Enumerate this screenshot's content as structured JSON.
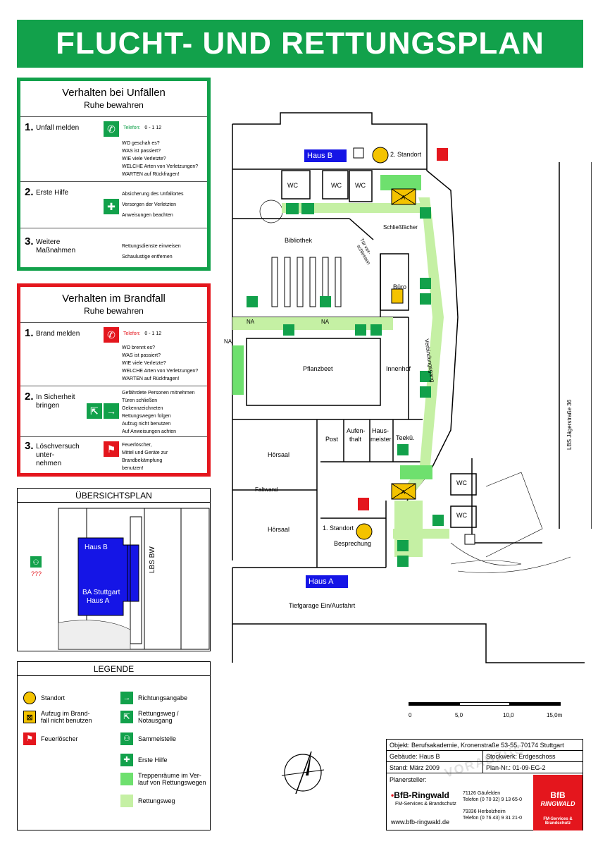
{
  "header": {
    "title": "FLUCHT- UND RETTUNGSPLAN"
  },
  "accident": {
    "title": "Verhalten bei Unfällen",
    "subtitle": "Ruhe bewahren",
    "steps": [
      {
        "num": "1.",
        "label": "Unfall melden",
        "phone_label": "Telefon:",
        "phone": "0 - 1 12",
        "lines": [
          "WO  geschah es?",
          "WAS  ist passiert?",
          "WIE  viele Verletzte?",
          "WELCHE  Arten von Verletzungen?",
          "WARTEN  auf Rückfragen!"
        ]
      },
      {
        "num": "2.",
        "label": "Erste Hilfe",
        "lines": [
          "Absicherung des Unfallortes",
          "Versorgen der Verletzten",
          "Anweisungen beachten"
        ]
      },
      {
        "num": "3.",
        "label": "Weitere\nMaßnahmen",
        "lines": [
          "Rettungsdienste einweisen",
          "Schaulustige entfernen"
        ]
      }
    ]
  },
  "fire": {
    "title": "Verhalten im Brandfall",
    "subtitle": "Ruhe bewahren",
    "steps": [
      {
        "num": "1.",
        "label": "Brand melden",
        "phone_label": "Telefon:",
        "phone": "0 - 1 12",
        "lines": [
          "WO  brennt es?",
          "WAS  ist passiert?",
          "WIE  viele Verletzte?",
          "WELCHE  Arten von Verletzungen?",
          "WARTEN  auf Rückfragen!"
        ]
      },
      {
        "num": "2.",
        "label": "In Sicherheit\nbringen",
        "lines": [
          "Gefährdete Personen mitnehmen",
          "Türen schließen",
          "Gekennzeichneten",
          "Rettungswegen folgen",
          "Aufzug nicht benutzen",
          "Auf Anweisungen achten"
        ]
      },
      {
        "num": "3.",
        "label": "Löschversuch\nunter-\nnehmen",
        "lines": [
          "Feuerlöscher,",
          "Mittel und Geräte zur",
          "Brandbekämpfung",
          "benutzen!"
        ]
      }
    ]
  },
  "overview": {
    "title": "ÜBERSICHTSPLAN",
    "haus_b": "Haus B",
    "ba": "BA Stuttgart",
    "haus_a": "Haus A",
    "street": "LBS BW",
    "assembly": "???"
  },
  "legend": {
    "title": "LEGENDE",
    "items": [
      {
        "label": "Standort"
      },
      {
        "label": "Aufzug im Brand-\nfall nicht benutzen"
      },
      {
        "label": "Feuerlöscher"
      },
      {
        "label": "Richtungsangabe"
      },
      {
        "label": "Rettungsweg /\nNotausgang"
      },
      {
        "label": "Sammelstelle"
      },
      {
        "label": "Erste Hilfe"
      },
      {
        "label": "Treppenräume im Ver-\nlauf von Rettungswegen"
      },
      {
        "label": "Rettungsweg"
      }
    ]
  },
  "plan": {
    "haus_b": "Haus B",
    "haus_a": "Haus A",
    "standort_2": "2. Standort",
    "standort_1": "1. Standort",
    "wc": "WC",
    "a": "A",
    "na": "NA",
    "bibliothek": "Bibliothek",
    "schliess": "Schließfächer",
    "tuer1": "Tür ver-",
    "tuer2": "schlossen",
    "buero": "Büro",
    "verbindungsgang": "Verbindungsgang",
    "pflanzbeet": "Pflanzbeet",
    "innenhof": "Innenhof",
    "hoersaal": "Hörsaal",
    "faltwand": "Faltwand",
    "post": "Post",
    "aufenthalt1": "Aufen-",
    "aufenthalt2": "thalt",
    "hausmeister1": "Haus-",
    "hausmeister2": "meister",
    "teeku": "Teekü.",
    "besprechung": "Besprechung",
    "tiefgarage": "Tiefgarage Ein/Ausfahrt",
    "street": "LBS Jägerstraße 36"
  },
  "scale": {
    "labels": [
      "0",
      "5,0",
      "10,0",
      "15,0m"
    ]
  },
  "info": {
    "objekt": "Objekt:  Berufsakademie, Kronenstraße 53-55, 70174 Stuttgart",
    "gebaeude": "Gebäude:  Haus B",
    "stockwerk": "Stockwerk:  Erdgeschoss",
    "stand": "Stand:  März 2009",
    "plan_nr": "Plan-Nr.:  01-09-EG-2",
    "planer": "Planersteller:",
    "bfb": "BfB-Ringwald",
    "bfb_sub": "FM-Services & Brandschutz",
    "web": "www.bfb-ringwald.de",
    "addr1a": "71126 Gäufelden",
    "addr1b": "Telefon (0 70 32) 9 13 65-0",
    "addr2a": "79336 Herbolzheim",
    "addr2b": "Telefon (0 76 43) 9 31 21-0",
    "logo1": "BfB",
    "logo2": "RINGWALD",
    "logo3": "FM-Services & Brandschutz",
    "watermark": "VORABZUG"
  },
  "colors": {
    "green": "#12a14b",
    "red": "#e4161d",
    "light_green": "#c5f0a4",
    "blue": "#1515e6",
    "yellow": "#f4c300"
  }
}
